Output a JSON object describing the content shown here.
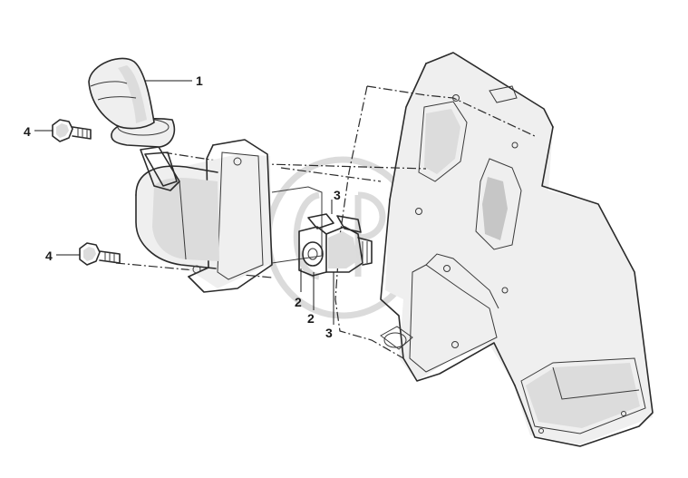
{
  "callouts": {
    "c1": "1",
    "c2a": "2",
    "c2b": "2",
    "c3a": "3",
    "c3b": "3",
    "c4a": "4",
    "c4b": "4"
  },
  "colors": {
    "line": "#2b2b2b",
    "shade": "#dcdcdc",
    "background": "#ffffff"
  }
}
